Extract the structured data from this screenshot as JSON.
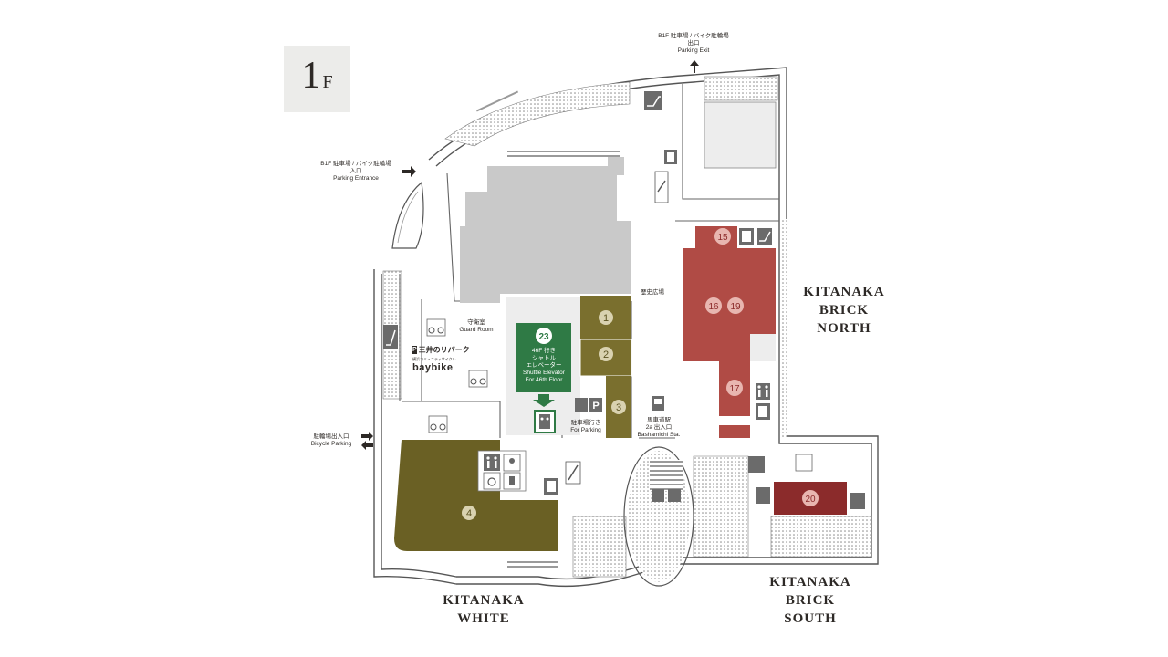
{
  "floor": {
    "number": "1",
    "suffix": "F"
  },
  "buildings": {
    "north": {
      "line1": "KITANAKA",
      "line2": "BRICK",
      "line3": "NORTH"
    },
    "south": {
      "line1": "KITANAKA",
      "line2": "BRICK",
      "line3": "SOUTH"
    },
    "white": {
      "line1": "KITANAKA",
      "line2": "WHITE"
    }
  },
  "labels": {
    "parking_exit": {
      "jp1": "B1F 駐車場 / バイク駐輪場",
      "jp2": "出口",
      "en": "Parking Exit"
    },
    "parking_entrance": {
      "jp1": "B1F 駐車場 / バイク駐輪場",
      "jp2": "入口",
      "en": "Parking Entrance"
    },
    "guard_room": {
      "jp": "守衛室",
      "en": "Guard Room"
    },
    "bicycle_parking": {
      "jp": "駐輪場出入口",
      "en": "Bicycle Parking"
    },
    "history_plaza": {
      "jp": "歴史広場"
    },
    "for_parking": {
      "jp": "駐車場行き",
      "en": "For Parking"
    },
    "bashamichi": {
      "jp1": "馬車道駅",
      "jp2": "2a 出入口",
      "en": "Bashamichi Sta."
    },
    "shuttle": {
      "jp1": "46F 行き",
      "jp2": "シャトル",
      "jp3": "エレベーター",
      "en1": "Shuttle Elevator",
      "en2": "For 46th Floor"
    },
    "mitsui_logo": "三井のリパーク",
    "baybike_sub": "横浜コミュニティサイクル",
    "baybike_logo": "baybike"
  },
  "shops": [
    {
      "id": "1"
    },
    {
      "id": "2"
    },
    {
      "id": "3"
    },
    {
      "id": "4"
    },
    {
      "id": "15"
    },
    {
      "id": "16"
    },
    {
      "id": "19"
    },
    {
      "id": "17"
    },
    {
      "id": "20"
    },
    {
      "id": "23"
    }
  ],
  "colors": {
    "olive": "#7a6f2e",
    "olive_dark": "#6a6024",
    "red": "#b04b45",
    "dark_red": "#8b2b2b",
    "green": "#2f7a45",
    "grey": "#c9c9c9",
    "light_grey": "#ededed",
    "icon": "#6b6b6b",
    "badge_olive": "#d9d2b0",
    "badge_red": "#e8b6b0"
  },
  "icons": [
    "escalator-icon",
    "elevator-icon",
    "restroom-icon",
    "wheelchair-icon",
    "bicycle-icon",
    "parking-icon",
    "train-icon",
    "arrow-icon"
  ]
}
